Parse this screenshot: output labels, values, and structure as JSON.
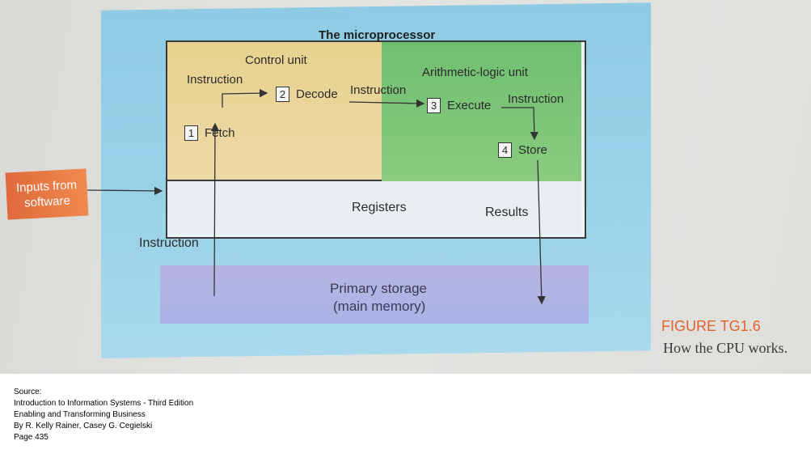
{
  "diagram": {
    "title": "The microprocessor",
    "control_unit": "Control unit",
    "alu": "Arithmetic-logic unit",
    "labels": {
      "instruction_cu": "Instruction",
      "instruction_mid": "Instruction",
      "instruction_alu": "Instruction",
      "instruction_left": "Instruction"
    },
    "steps": [
      {
        "num": "1",
        "label": "Fetch"
      },
      {
        "num": "2",
        "label": "Decode"
      },
      {
        "num": "3",
        "label": "Execute"
      },
      {
        "num": "4",
        "label": "Store"
      }
    ],
    "registers": "Registers",
    "results": "Results",
    "storage_line1": "Primary storage",
    "storage_line2": "(main memory)",
    "inputs": "Inputs from software"
  },
  "figure": {
    "number": "FIGURE TG1.6",
    "caption": "How the CPU works."
  },
  "source": {
    "heading": "Source:",
    "lines": [
      "Introduction to Information Systems - Third Edition",
      "Enabling and Transforming Business",
      "By R. Kelly Rainer, Casey G. Cegielski",
      "Page 435"
    ]
  },
  "colors": {
    "control_unit": "#e8d28f",
    "alu": "#6fbf72",
    "panel": "#9bd3e9",
    "storage": "#b8b4e2",
    "inputs": "#ec7a44",
    "figure_title": "#e2632f"
  }
}
